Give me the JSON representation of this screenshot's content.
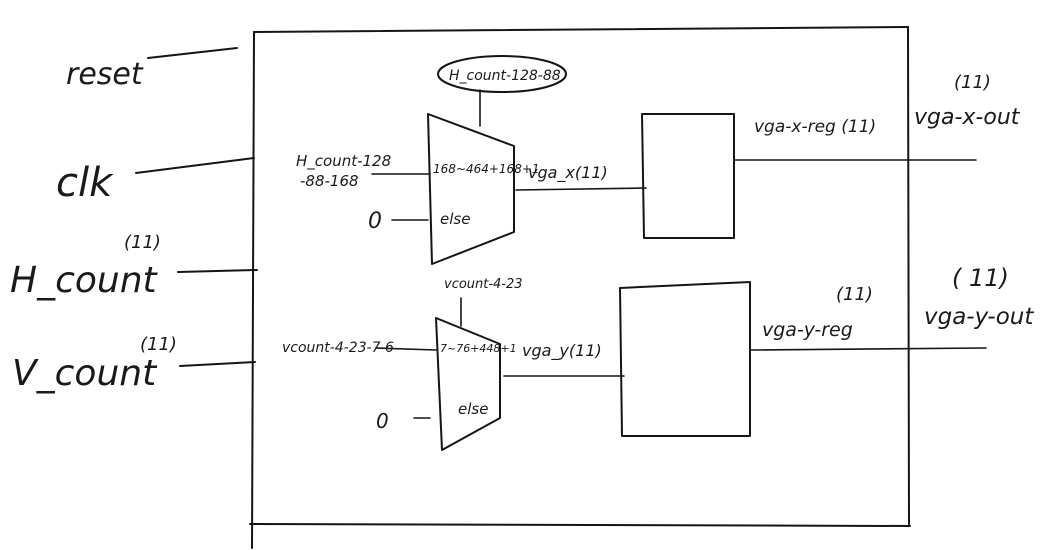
{
  "inputs": {
    "reset": "reset",
    "clk": "clk",
    "h_count": "H_count",
    "h_count_width": "(11)",
    "v_count": "V_count",
    "v_count_width": "(11)"
  },
  "mux_x": {
    "condition_label": "H_count-128-88",
    "data_input_line1": "H_count-128",
    "data_input_line2": "-88-168",
    "zero_input": "0",
    "range_label": "168~464+168+1",
    "else_label": "else",
    "output_label": "vga_x(11)"
  },
  "mux_y": {
    "condition_label": "vcount-4-23",
    "data_input": "vcount-4-23-7 6",
    "zero_input": "0",
    "range_label": "7~76+448+1",
    "else_label": "else",
    "output_label": "vga_y(11)"
  },
  "registers": {
    "x_reg_label": "vga-x-reg (11)",
    "y_reg_label": "vga-y-reg",
    "y_reg_width": "(11)"
  },
  "outputs": {
    "x_width": "(11)",
    "x_name": "vga-x-out",
    "y_width": "( 11)",
    "y_name": "vga-y-out"
  }
}
